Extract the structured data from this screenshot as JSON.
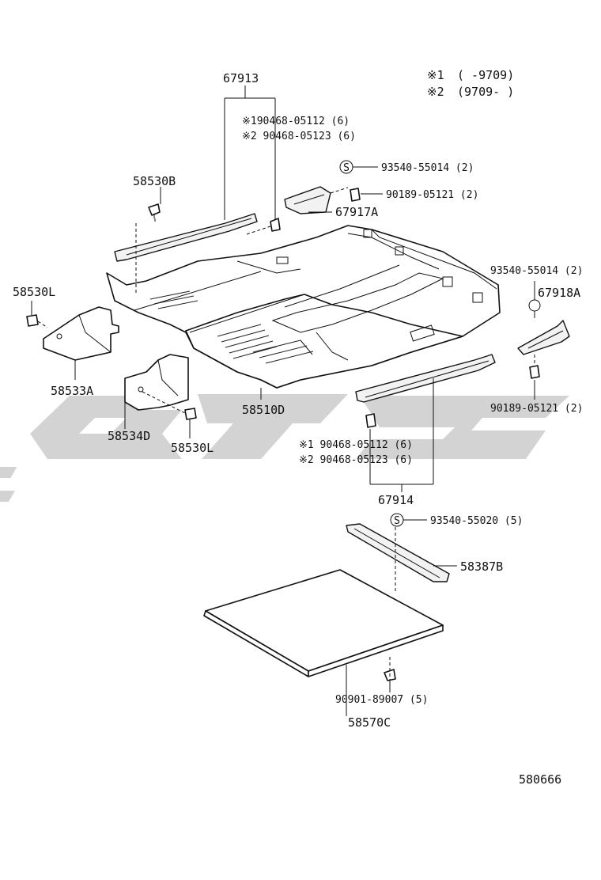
{
  "legend": {
    "note1_mark": "※1",
    "note1_range": "(      -9709)",
    "note2_mark": "※2",
    "note2_range": "(9709-      )"
  },
  "parts": {
    "p67913": "67913",
    "p67913_s1": "※190468-05112 (6)",
    "p67913_s2": "※2 90468-05123 (6)",
    "p58530B": "58530B",
    "p93540_55014_a": "93540-55014 (2)",
    "p90189_05121_a": "90189-05121 (2)",
    "p67917A": "67917A",
    "p93540_55014_b": "93540-55014 (2)",
    "p67918A": "67918A",
    "p90189_05121_b": "90189-05121 (2)",
    "p58530L_a": "58530L",
    "p58533A": "58533A",
    "p58534D": "58534D",
    "p58530L_b": "58530L",
    "p58510D": "58510D",
    "p67914_s1": "※1 90468-05112 (6)",
    "p67914_s2": "※2 90468-05123 (6)",
    "p67914": "67914",
    "p93540_55020": "93540-55020 (5)",
    "p58387B": "58387B",
    "p90901_89007": "90901-89007 (5)",
    "p58570C": "58570C",
    "diagram_id": "580666"
  },
  "icons": {
    "screw_mark": "S"
  }
}
